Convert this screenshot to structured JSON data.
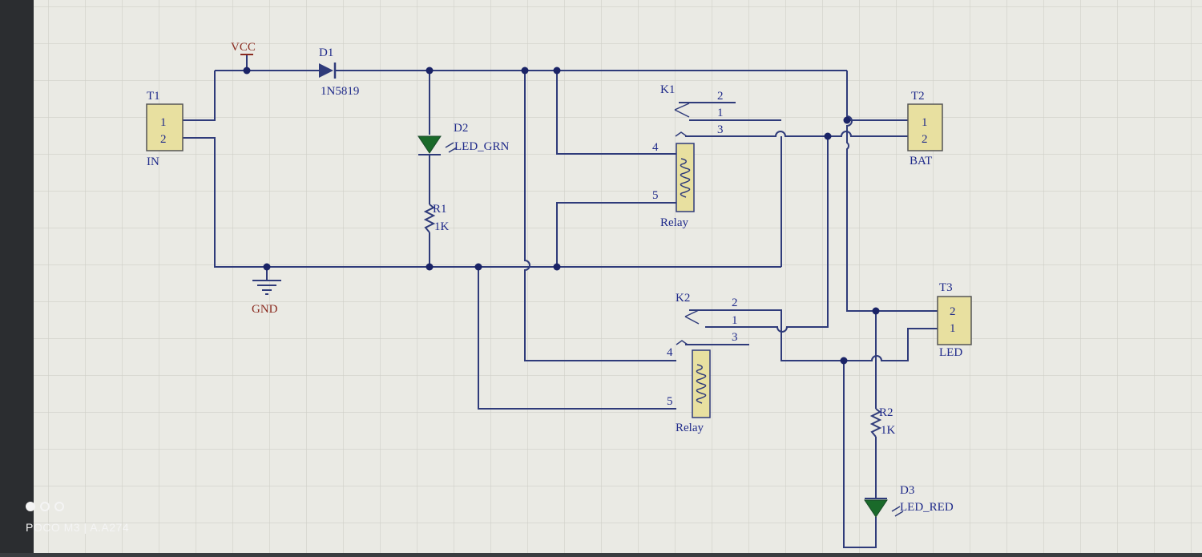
{
  "schematic": {
    "connectors": {
      "t1": {
        "ref": "T1",
        "name": "IN",
        "pins": [
          "1",
          "2"
        ]
      },
      "t2": {
        "ref": "T2",
        "name": "BAT",
        "pins": [
          "1",
          "2"
        ]
      },
      "t3": {
        "ref": "T3",
        "name": "LED",
        "pins": [
          "2",
          "1"
        ]
      }
    },
    "power": {
      "vcc": "VCC",
      "gnd": "GND"
    },
    "d1": {
      "ref": "D1",
      "value": "1N5819"
    },
    "d2": {
      "ref": "D2",
      "value": "LED_GRN"
    },
    "d3": {
      "ref": "D3",
      "value": "LED_RED"
    },
    "r1": {
      "ref": "R1",
      "value": "1K"
    },
    "r2": {
      "ref": "R2",
      "value": "1K"
    },
    "k1": {
      "ref": "K1",
      "label": "Relay",
      "pins": {
        "p2": "2",
        "p1": "1",
        "p3": "3",
        "p4": "4",
        "p5": "5"
      }
    },
    "k2": {
      "ref": "K2",
      "label": "Relay",
      "pins": {
        "p2": "2",
        "p1": "1",
        "p3": "3",
        "p4": "4",
        "p5": "5"
      }
    },
    "colors": {
      "wire": "#2f3b7a",
      "body": "#e8e0a0",
      "label": "#1f2a8a",
      "power": "#8a2a1f"
    }
  },
  "watermark": {
    "device": "POCO M3 | A.A274"
  }
}
